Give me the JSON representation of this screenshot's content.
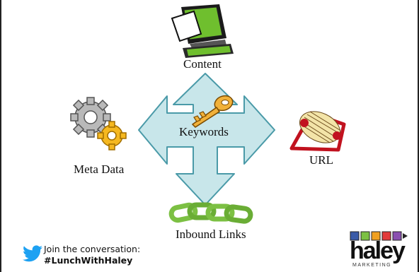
{
  "diagram": {
    "center_label": "Keywords",
    "nodes": {
      "top": "Content",
      "left": "Meta Data",
      "right": "URL",
      "bottom": "Inbound Links"
    }
  },
  "footer": {
    "twitter_line1": "Join the conversation:",
    "twitter_line2": "#LunchWithHaley",
    "logo_text": "haley",
    "logo_subtext": "MARKETING"
  },
  "colors": {
    "arrow_fill": "#c8e6ea",
    "arrow_stroke": "#4a9aa8",
    "twitter_blue": "#1da1f2",
    "chain_green": "#7cc043"
  }
}
